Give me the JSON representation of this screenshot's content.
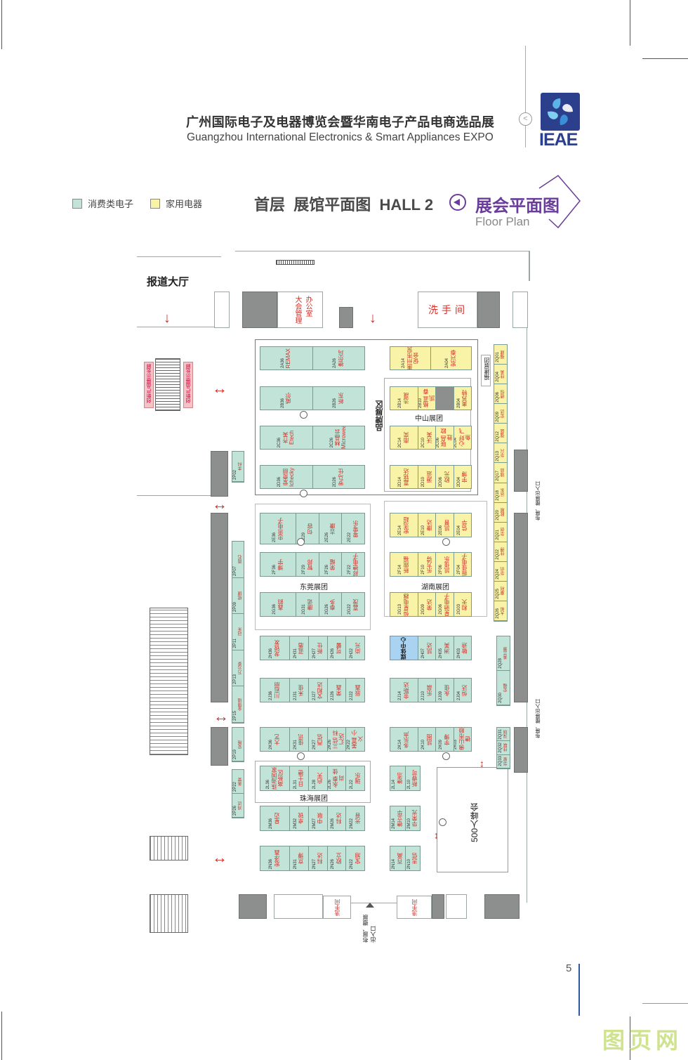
{
  "header": {
    "title_cn": "广州国际电子及电器博览会暨华南电子产品电商选品展",
    "title_en": "Guangzhou International Electronics & Smart Appliances EXPO",
    "logo_text": "IEAE",
    "share_icon": "share-icon"
  },
  "legend": [
    {
      "label": "消费类电子",
      "color": "#c2e4d8"
    },
    {
      "label": "家用电器",
      "color": "#f8f3a6"
    }
  ],
  "page_title": "首层  展馆平面图  HALL 2",
  "floor_plan": {
    "cn": "展会平面图",
    "en": "Floor Plan",
    "color": "#6a3d9a"
  },
  "map_labels": {
    "lobby": "报道大厅",
    "office": "大会管理办公室",
    "restroom_top": "洗手间",
    "restroom_b1": "洗手间",
    "restroom_b2": "洗手间",
    "innovation_left": "创新产品展示长廊",
    "innovation_right": "创新产品展示长廊",
    "brand_zone": "品牌展区",
    "zhongshan": "中山展团",
    "fujian": "福建展团",
    "dongguan": "东莞展团",
    "hunan": "湖南展团",
    "zhuhai": "珠海展团",
    "summit": "500人峰会",
    "exit_right_1": "布展、撤展出入口",
    "exit_right_2": "布展、撤展出入口",
    "exit_bottom": "布展、撤展出入口"
  },
  "booth_rows": [
    [
      {
        "no": "2A36",
        "name": "REMAX",
        "cat": "c"
      },
      {
        "no": "2A26",
        "name": "德尔玛",
        "cat": "c"
      }
    ],
    [
      {
        "no": "2B36",
        "name": "威尔",
        "cat": "c"
      },
      {
        "no": "2B26",
        "name": "新东",
        "cat": "c"
      }
    ],
    [
      {
        "no": "2C36",
        "name": "齐美 Etech",
        "cat": "c"
      },
      {
        "no": "2C26",
        "name": "林晶云 Microwear",
        "cat": "c"
      }
    ],
    [
      {
        "no": "2D36",
        "name": "爱奇丽 Ichecky",
        "cat": "c"
      },
      {
        "no": "2D26",
        "name": "罗马仕",
        "cat": "c"
      }
    ],
    [
      {
        "no": "2A14",
        "name": "惠州市贸促会",
        "cat": "h"
      },
      {
        "no": "2A04",
        "name": "宏兴泰",
        "cat": "h"
      }
    ],
    [
      {
        "no": "2B14",
        "name": "浩晟",
        "cat": "h"
      },
      {
        "no": "2B10",
        "name": "格蓝 春凯",
        "cat": "h"
      },
      {
        "no": "",
        "name": "",
        "cat": "g"
      },
      {
        "no": "2B04",
        "name": "奥苏特",
        "cat": "h"
      }
    ],
    [
      {
        "no": "2C14",
        "name": "南奕",
        "cat": "h"
      },
      {
        "no": "2C10",
        "name": "沃美",
        "cat": "h"
      },
      {
        "no": "2C06",
        "name": "联昌 欧胜",
        "cat": "h"
      },
      {
        "no": "2C04",
        "name": "心好 飞鱼",
        "cat": "h"
      }
    ],
    [
      {
        "no": "2D14",
        "name": "嘉铭达",
        "cat": "h"
      },
      {
        "no": "2D10",
        "name": "源运",
        "cat": "h"
      },
      {
        "no": "2D06",
        "name": "欧元",
        "cat": "h"
      },
      {
        "no": "2D04",
        "name": "宇博",
        "cat": "h"
      }
    ],
    [
      {
        "no": "2E36",
        "name": "忠思电子",
        "cat": "c"
      },
      {
        "no": "2E29",
        "name": "句容",
        "cat": "c"
      },
      {
        "no": "2E26",
        "name": "吉康",
        "cat": "c"
      },
      {
        "no": "2E22",
        "name": "零零乐",
        "cat": "c"
      }
    ],
    [
      {
        "no": "2F36",
        "name": "博宇",
        "cat": "c"
      },
      {
        "no": "2F29",
        "name": "智邦",
        "cat": "c"
      },
      {
        "no": "2F26",
        "name": "荣耀",
        "cat": "c"
      },
      {
        "no": "2F22",
        "name": "邦德电子",
        "cat": "c"
      }
    ],
    [
      {
        "no": "2G36",
        "name": "鑫韵",
        "cat": "c"
      },
      {
        "no": "2G31",
        "name": "康诺",
        "cat": "c"
      },
      {
        "no": "2G26",
        "name": "泰多",
        "cat": "c"
      },
      {
        "no": "2G22",
        "name": "嘉茂",
        "cat": "c"
      }
    ],
    [
      {
        "no": "2E14",
        "name": "宏浩超",
        "cat": "h"
      },
      {
        "no": "2E10",
        "name": "康达",
        "cat": "h"
      },
      {
        "no": "2E06",
        "name": "凯普",
        "cat": "h"
      },
      {
        "no": "2E04",
        "name": "信华",
        "cat": "h"
      }
    ],
    [
      {
        "no": "2F14",
        "name": "新鼎福",
        "cat": "h"
      },
      {
        "no": "2F10",
        "name": "乐方得",
        "cat": "h"
      },
      {
        "no": "2F06",
        "name": "凯佳乐",
        "cat": "h"
      },
      {
        "no": "2F04",
        "name": "振佳电子",
        "cat": "h"
      }
    ],
    [
      {
        "no": "2G13",
        "name": "恒星电器",
        "cat": "h"
      },
      {
        "no": "2G09",
        "name": "荣达",
        "cat": "h"
      },
      {
        "no": "2G06",
        "name": "星驰电子",
        "cat": "h"
      },
      {
        "no": "2G03",
        "name": "和天",
        "cat": "h"
      }
    ],
    [
      {
        "no": "2H36",
        "name": "龙锐发",
        "cat": "c"
      },
      {
        "no": "2H31",
        "name": "蓝盾",
        "cat": "c"
      },
      {
        "no": "2H27",
        "name": "新仕",
        "cat": "c"
      },
      {
        "no": "2H26",
        "name": "可馨",
        "cat": "c"
      },
      {
        "no": "2H22",
        "name": "尚元",
        "cat": "c"
      }
    ],
    [
      {
        "no": "",
        "name": "媒体中心",
        "cat": "m"
      },
      {
        "no": "2H07",
        "name": "凯达",
        "cat": "c"
      },
      {
        "no": "2H05",
        "name": "洲美",
        "cat": "c"
      },
      {
        "no": "2H03",
        "name": "敏迪",
        "cat": "c"
      }
    ],
    [
      {
        "no": "2J36",
        "name": "川岩丽",
        "cat": "c"
      },
      {
        "no": "2J31",
        "name": "禾佳",
        "cat": "c"
      },
      {
        "no": "2J27",
        "name": "文和达",
        "cat": "c"
      },
      {
        "no": "2J26",
        "name": "荣鑫",
        "cat": "c"
      },
      {
        "no": "2J22",
        "name": "辰鑫",
        "cat": "c"
      }
    ],
    [
      {
        "no": "2J14",
        "name": "金斯达",
        "cat": "c"
      },
      {
        "no": "2J10",
        "name": "乐晨",
        "cat": "c"
      },
      {
        "no": "2J09",
        "name": "永佳",
        "cat": "c"
      },
      {
        "no": "2J04",
        "name": "恒达",
        "cat": "c"
      }
    ],
    [
      {
        "no": "2K36",
        "name": "大艺",
        "cat": "c"
      },
      {
        "no": "2K31",
        "name": "佳讯",
        "cat": "c"
      },
      {
        "no": "2K27",
        "name": "西信",
        "cat": "c"
      },
      {
        "no": "2K26",
        "name": "三信 科汇达",
        "cat": "c"
      },
      {
        "no": "2K22",
        "name": "美嘉 小义",
        "cat": "c"
      }
    ],
    [
      {
        "no": "2K14",
        "name": "多乐声",
        "cat": "c"
      },
      {
        "no": "2K10",
        "name": "凯图",
        "cat": "c"
      },
      {
        "no": "2K09",
        "name": "宇博",
        "cat": "c"
      },
      {
        "no": "2K03",
        "name": "佛山市顺德",
        "cat": "c"
      }
    ],
    [
      {
        "no": "2L36",
        "name": "珠海国家高新区",
        "cat": "c"
      },
      {
        "no": "2L31",
        "name": "日士德",
        "cat": "c"
      },
      {
        "no": "2L28",
        "name": "启天",
        "cat": "c"
      },
      {
        "no": "2L26",
        "name": "永泰 佳尚",
        "cat": "c"
      },
      {
        "no": "2L22",
        "name": "瑞乐",
        "cat": "c"
      }
    ],
    [
      {
        "no": "2L14",
        "name": "德浩",
        "cat": "c"
      },
      {
        "no": "2L10",
        "name": "新睿可",
        "cat": "c"
      }
    ],
    [
      {
        "no": "2M36",
        "name": "星迈",
        "cat": "c"
      },
      {
        "no": "2M32",
        "name": "卓锐",
        "cat": "c"
      },
      {
        "no": "2M27",
        "name": "中联",
        "cat": "c"
      },
      {
        "no": "2M26",
        "name": "科达",
        "cat": "c"
      },
      {
        "no": "2M22",
        "name": "光音",
        "cat": "c"
      }
    ],
    [
      {
        "no": "2M14",
        "name": "德立华",
        "cat": "c"
      },
      {
        "no": "2M10",
        "name": "华荣光",
        "cat": "c"
      }
    ],
    [
      {
        "no": "2N36",
        "name": "宏泽鑫",
        "cat": "c"
      },
      {
        "no": "2N31",
        "name": "京博",
        "cat": "c"
      },
      {
        "no": "2N27",
        "name": "科达",
        "cat": "c"
      },
      {
        "no": "2N26",
        "name": "欧立",
        "cat": "c"
      },
      {
        "no": "2N22",
        "name": "宝旭",
        "cat": "c"
      }
    ],
    [
      {
        "no": "2N14",
        "name": "百高",
        "cat": "c"
      },
      {
        "no": "2N10",
        "name": "志信",
        "cat": "c"
      }
    ],
    [
      {
        "no": "2P02",
        "name": "丰科",
        "cat": "c"
      }
    ],
    [
      {
        "no": "2P07",
        "name": "雨石",
        "cat": "c"
      },
      {
        "no": "2P09",
        "name": "缤捷",
        "cat": "c"
      },
      {
        "no": "2P11",
        "name": "冠禾",
        "cat": "c"
      },
      {
        "no": "2P13",
        "name": "万元泰",
        "cat": "c"
      },
      {
        "no": "2P15",
        "name": "金锦瑞",
        "cat": "c"
      }
    ],
    [
      {
        "no": "2P19",
        "name": "安格",
        "cat": "c"
      }
    ],
    [
      {
        "no": "2P22",
        "name": "美誉",
        "cat": "c"
      },
      {
        "no": "2P26",
        "name": "鸿达",
        "cat": "c"
      }
    ],
    [
      {
        "no": "2Q01",
        "name": "福建",
        "cat": "h"
      },
      {
        "no": "2Q04",
        "name": "佳美",
        "cat": "h"
      },
      {
        "no": "2Q06",
        "name": "德恒",
        "cat": "h"
      },
      {
        "no": "2Q09",
        "name": "宏达",
        "cat": "h"
      },
      {
        "no": "2Q12",
        "name": "强盛",
        "cat": "h"
      },
      {
        "no": "2Q13",
        "name": "华兴",
        "cat": "h"
      },
      {
        "no": "2Q17",
        "name": "瑞益",
        "cat": "h"
      },
      {
        "no": "2Q18",
        "name": "远东",
        "cat": "h"
      },
      {
        "no": "2Q20",
        "name": "欧顺",
        "cat": "h"
      },
      {
        "no": "2Q21",
        "name": "华创",
        "cat": "h"
      },
      {
        "no": "2Q22",
        "name": "佳得",
        "cat": "h"
      },
      {
        "no": "2Q24",
        "name": "华讯",
        "cat": "h"
      },
      {
        "no": "2Q25",
        "name": "康利",
        "cat": "h"
      },
      {
        "no": "2Q26",
        "name": "大和",
        "cat": "h"
      }
    ],
    [
      {
        "no": "2Q28",
        "name": "美兰惠",
        "cat": "c"
      },
      {
        "no": "2Q30",
        "name": "宏福",
        "cat": "c"
      }
    ],
    [
      {
        "no": "2Q31",
        "name": "深圳",
        "cat": "c"
      },
      {
        "no": "2Q32",
        "name": "佳联",
        "cat": "c"
      },
      {
        "no": "2Q33",
        "name": "华星",
        "cat": "c"
      }
    ]
  ],
  "page_number": "5",
  "watermark": "图页网"
}
